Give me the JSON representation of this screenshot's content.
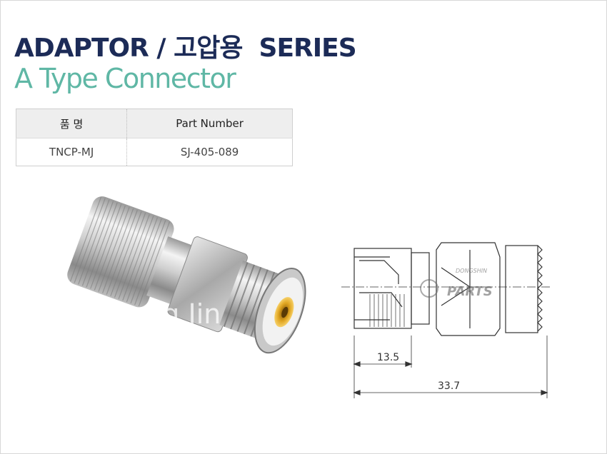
{
  "header": {
    "title_line1": "ADAPTOR / 고압용  SERIES",
    "title_line2": "A Type Connector"
  },
  "spec_table": {
    "columns": [
      "품 명",
      "Part Number"
    ],
    "rows": [
      [
        "TNCP-MJ",
        "SJ-405-089"
      ]
    ]
  },
  "photo": {
    "watermark": "Sung Jin"
  },
  "drawing": {
    "logo_small": "DONGSHIN",
    "logo_large": "PARTS",
    "dim_short": "13.5",
    "dim_total": "33.7"
  }
}
